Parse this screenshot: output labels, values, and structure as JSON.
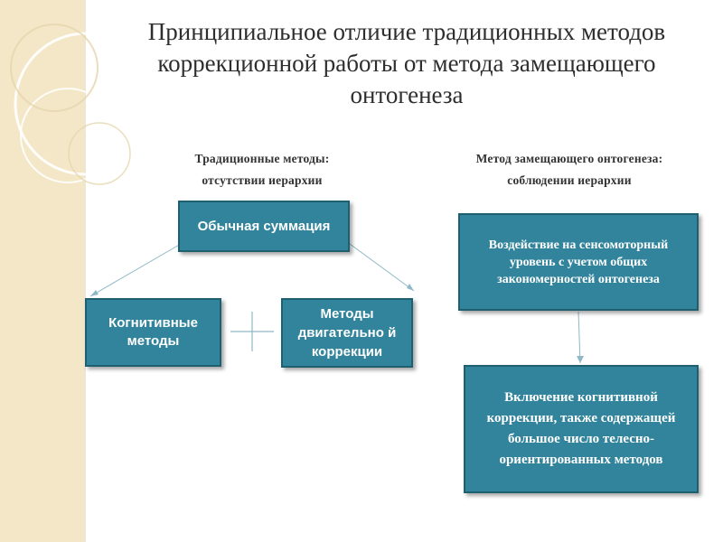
{
  "title": "Принципиальное отличие  традиционных методов коррекционной работы от метода замещающего онтогенеза",
  "left_column": {
    "heading_line1": "Традиционные методы:",
    "heading_line2": "отсутствии иерархии",
    "top_box": "Обычная суммация",
    "left_box": "Когнитивные методы",
    "right_box": "Методы двигательно й коррекции"
  },
  "right_column": {
    "heading_line1": "Метод замещающего онтогенеза:",
    "heading_line2": "соблюдении иерархии",
    "top_box": "Воздействие на сенсомоторный уровень с учетом общих закономерностей онтогенеза",
    "bottom_box": "Включение когнитивной коррекции, также содержащей большое число телесно-ориентированных методов"
  },
  "colors": {
    "box_fill": "#31849b",
    "box_border": "#1e5f70",
    "accent_band": "#f3e7c8",
    "connector": "#8fb8c6"
  }
}
